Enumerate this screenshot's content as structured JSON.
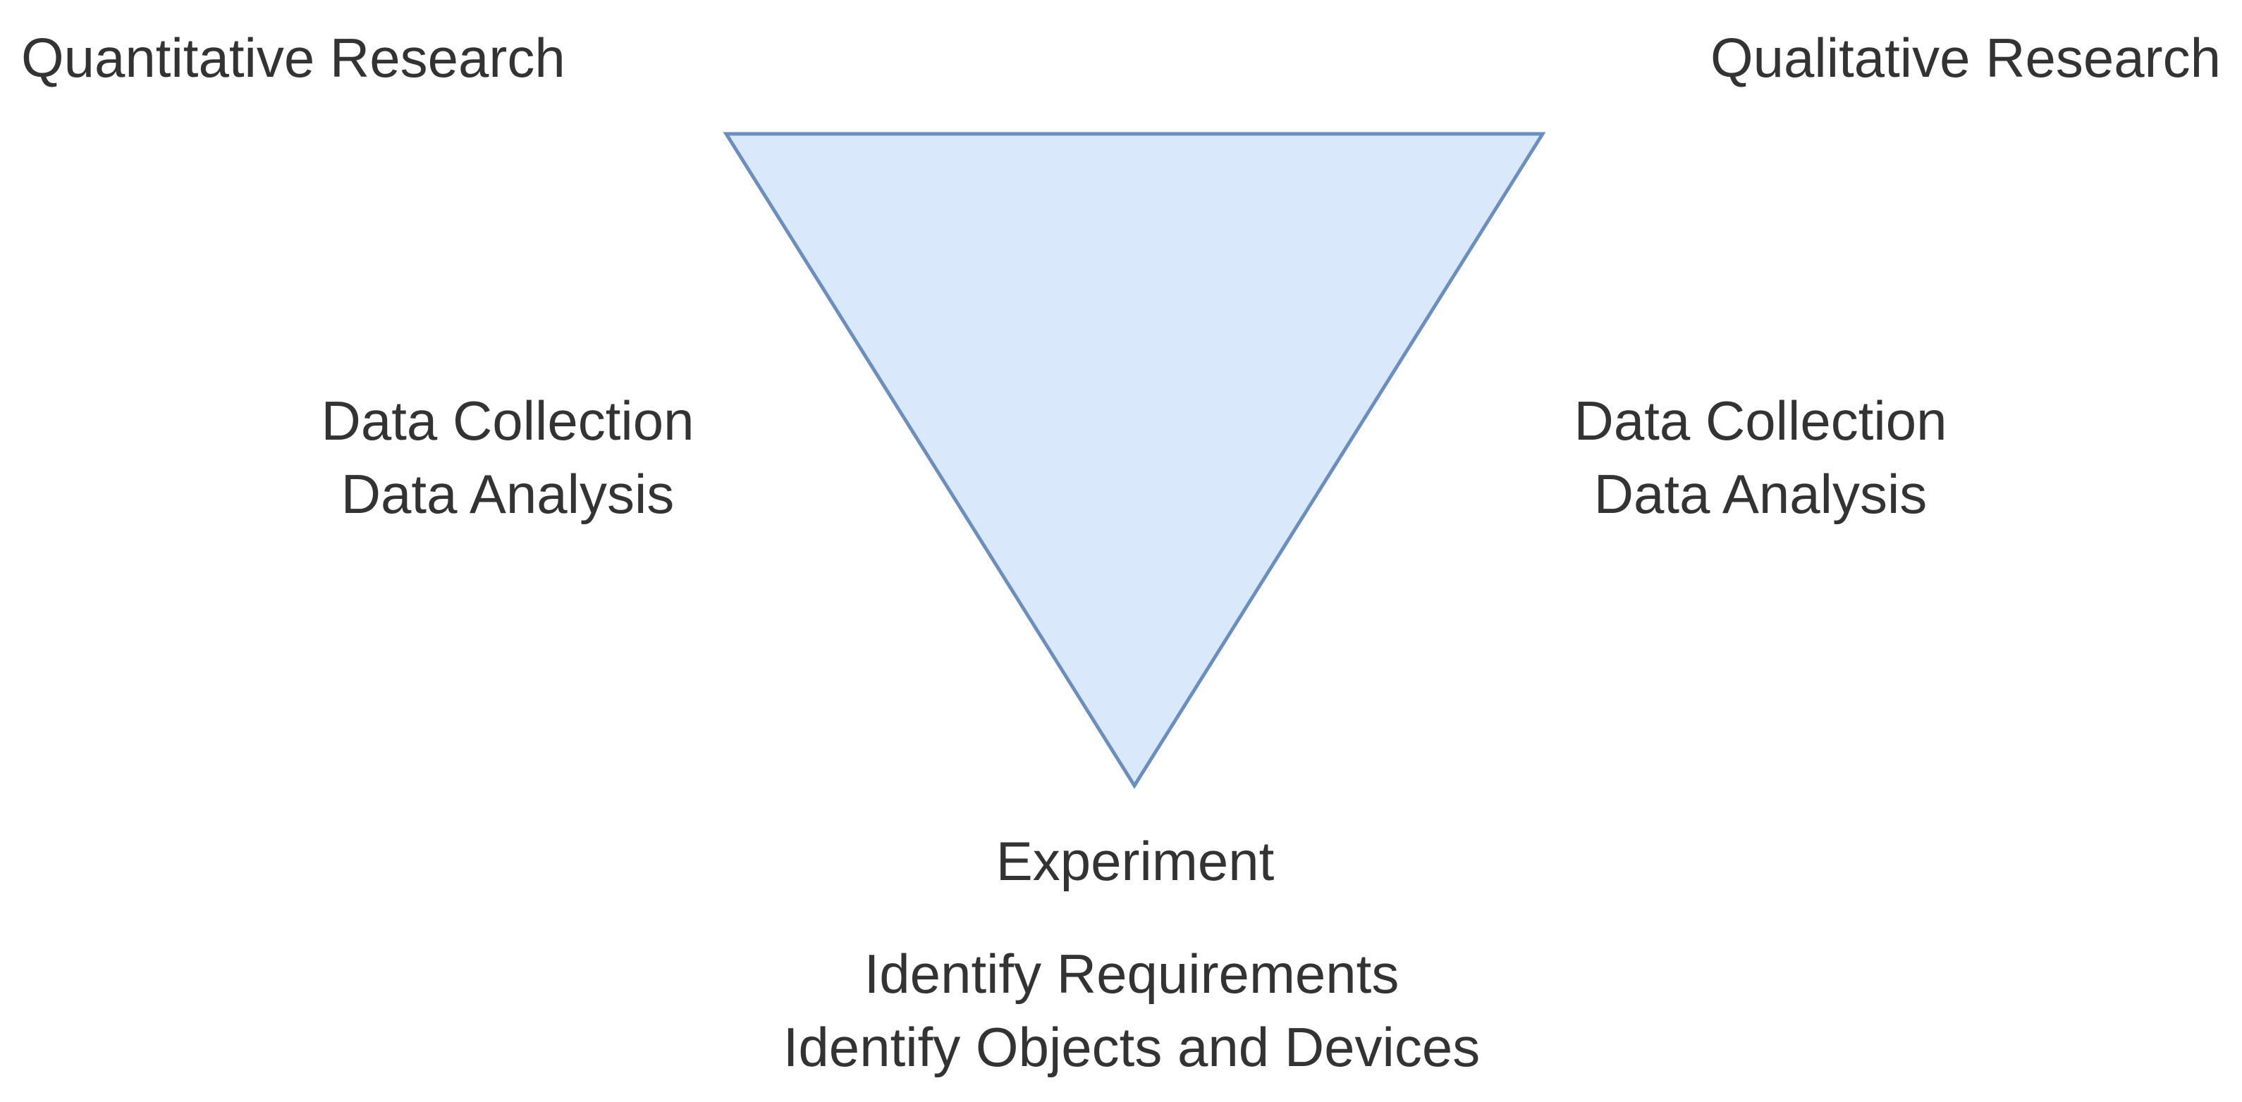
{
  "labels": {
    "top_left": "Quantitative Research",
    "top_right": "Qualitative Research",
    "left_lines": [
      "Data Collection",
      "Data Analysis"
    ],
    "right_lines": [
      "Data Collection",
      "Data Analysis"
    ],
    "bottom_title": "Experiment",
    "bottom_lines": [
      "Identify Requirements",
      "Identify Objects and Devices"
    ]
  },
  "colors": {
    "triangle_fill": "#dae8fc",
    "triangle_stroke": "#6c8ebf",
    "text": "#333333",
    "background": "#ffffff"
  }
}
